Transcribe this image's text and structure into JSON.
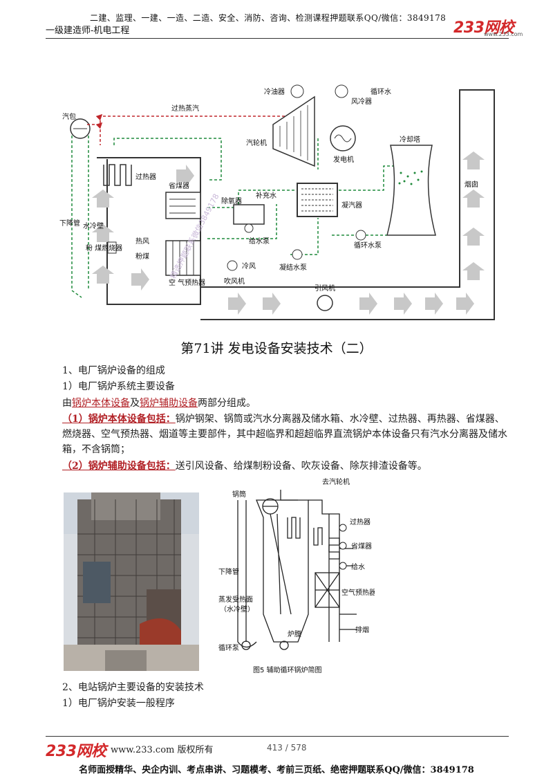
{
  "header": {
    "line1": "二建、监理、一建、一造、二造、安全、消防、咨询、检测课程押题联系QQ/微信：3849178",
    "line2": "一级建造师-机电工程",
    "logo": "233网校",
    "logo_sub": "www.233.com"
  },
  "diagram1": {
    "labels": {
      "drum": "汽包",
      "superheated_steam": "过热蒸汽",
      "oil_cooler": "冷油器",
      "circ_water_top": "循环水",
      "air_cooler": "风冷器",
      "turbine": "汽轮机",
      "generator": "发电机",
      "cooling_tower": "冷却塔",
      "superheater": "过热器",
      "economizer": "省煤器",
      "makeup_water": "补充水",
      "deaerator": "除氧器",
      "condenser": "凝汽器",
      "chimney": "烟囱",
      "downcomer": "下降管",
      "water_wall": "水冷壁",
      "hot_air": "热风",
      "pulverized_coal": "粉煤",
      "burner": "粉 煤燃烧器",
      "feed_pump": "给水泵",
      "circ_pump": "循环水泵",
      "condensate_pump": "凝结水泵",
      "cold_air": "冷风",
      "blower": "吹风机",
      "air_preheater": "空 气预热器",
      "induced_fan": "引风机"
    }
  },
  "watermark": "精选押题联系微信3849178",
  "title": "第71讲 发电设备安装技术（二）",
  "body": {
    "p1": "1、电厂锅炉设备的组成",
    "p2": "1）电厂锅炉系统主要设备",
    "p3_pre": "由",
    "p3_link1": "锅炉本体设备",
    "p3_mid": "及",
    "p3_link2": "锅炉辅助设备",
    "p3_post": "两部分组成。",
    "p4_head": "（1）锅炉本体设备包括：",
    "p4_text": "锅炉钢架、锅筒或汽水分离器及储水箱、水冷壁、过热器、再热器、省煤器、燃烧器、空气预热器、烟道等主要部件，其中超临界和超超临界直流锅炉本体设备只有汽水分离器及储水箱，不含锅筒；",
    "p5_head": "（2）锅炉辅助设备包括：",
    "p5_text": "送引风设备、给煤制粉设备、吹灰设备、除灰排渣设备等。",
    "p6": "2、电站锅炉主要设备的安装技术",
    "p7": "1）电厂锅炉安装一般程序"
  },
  "diagram2": {
    "to_turbine": "去汽轮机",
    "drum": "锅筒",
    "superheater": "过热器",
    "economizer": "省煤器",
    "downcomer": "下降管",
    "feed_water": "给水",
    "evap_surface": "蒸发受热面",
    "water_wall": "（水冷壁）",
    "air_preheater": "空气预热器",
    "furnace": "炉膛",
    "circ_pump": "循环泵",
    "exhaust": "排烟",
    "caption": "图5  辅助循环锅炉简图"
  },
  "footer": {
    "logo": "233网校",
    "website": "www.233.com 版权所有",
    "page": "413 / 578",
    "bottom": "名师面授精华、央企内训、考点串讲、习题模考、考前三页纸、绝密押题联系QQ/微信：3849178"
  },
  "colors": {
    "steam": "#c0262b",
    "water": "#1f8a3b",
    "accent": "#b11f24"
  }
}
